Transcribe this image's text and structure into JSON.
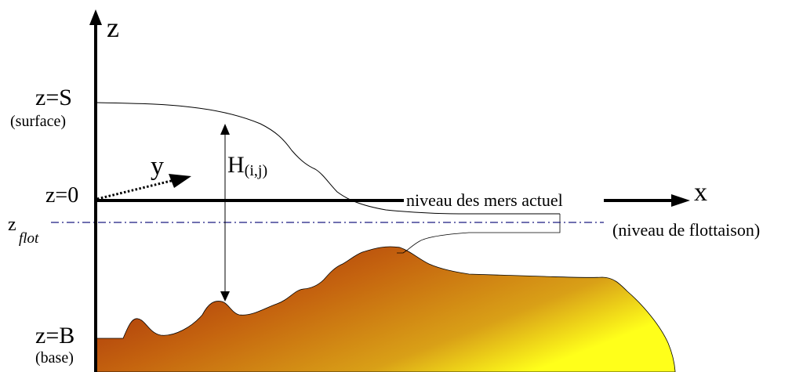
{
  "axes": {
    "z_label": "z",
    "x_label": "x",
    "y_label": "y"
  },
  "levels": {
    "surface": {
      "label": "z=S",
      "caption": "(surface)"
    },
    "zero": {
      "label": "z=0"
    },
    "flot": {
      "label_main": "z",
      "label_sub": "flot"
    },
    "base": {
      "label": "z=B",
      "caption": "(base)"
    }
  },
  "thickness": {
    "label_main": "H",
    "label_sub": "(i,j)"
  },
  "sea_level_label": "niveau des mers actuel",
  "floating_level_label": "(niveau de flottaison)",
  "colors": {
    "bedrock_dark": "#9a1a08",
    "bedrock_mid": "#c5640f",
    "bedrock_light": "#ffff1a",
    "flotation_line": "#1a1a80",
    "axis": "#000000"
  }
}
